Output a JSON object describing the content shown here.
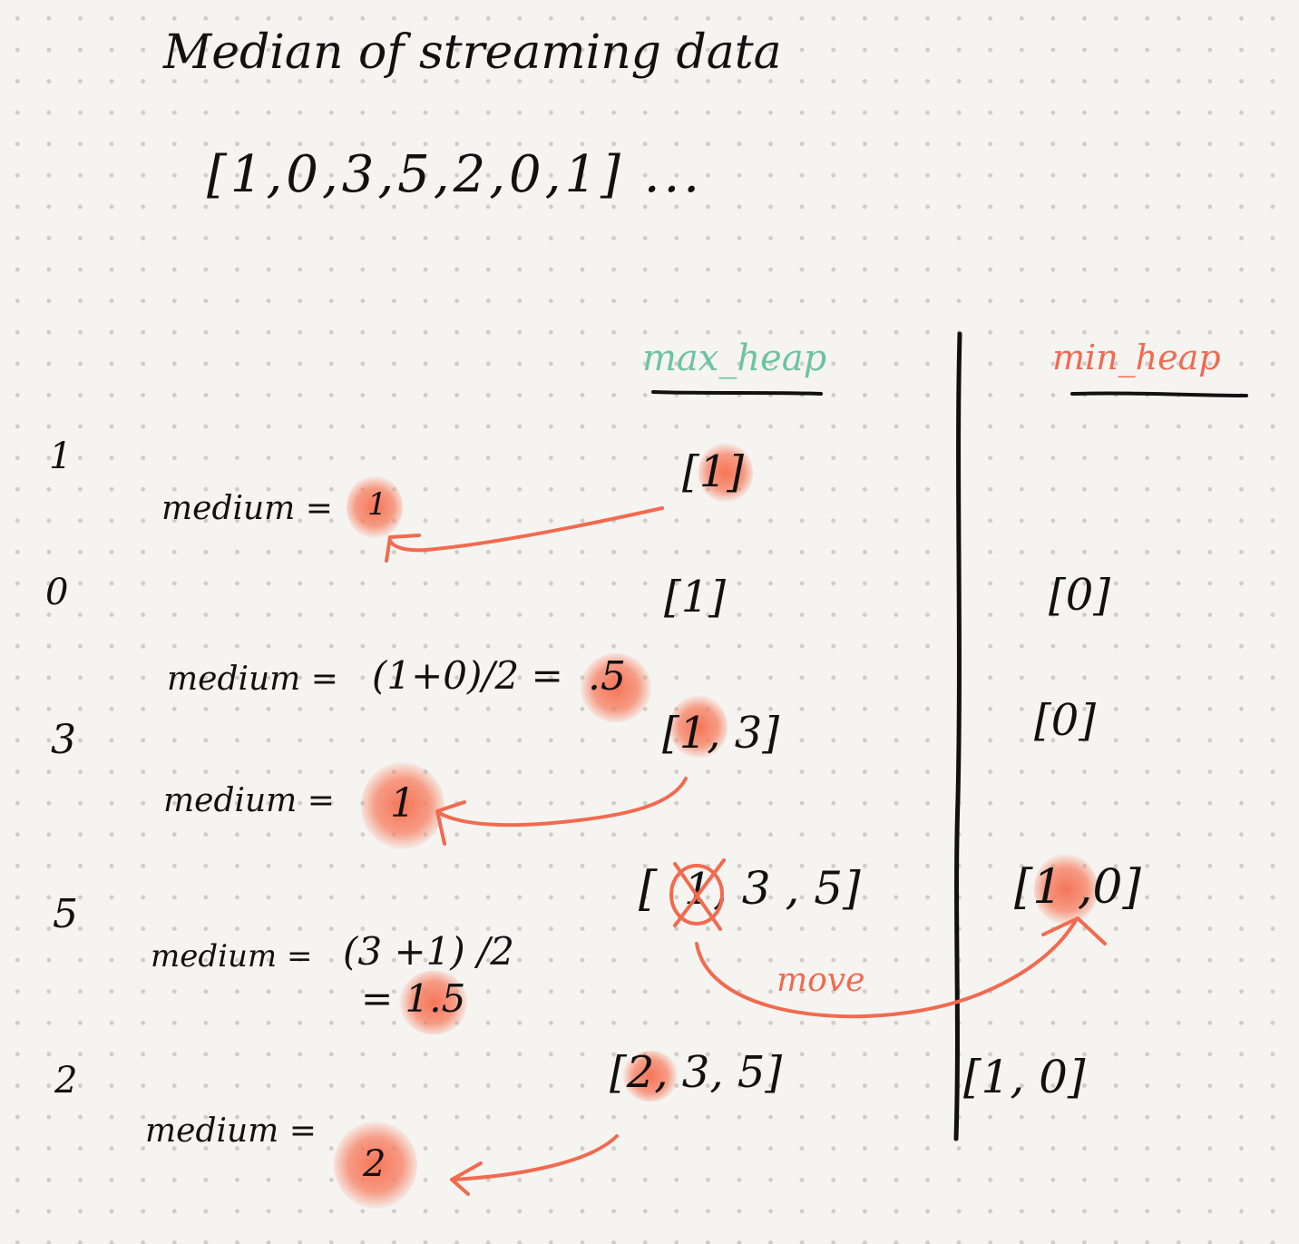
{
  "title": "Median of streaming data",
  "stream": "[1,0,3,5,2,0,1] ...",
  "headers": {
    "max_heap": "max_heap",
    "min_heap": "min_heap"
  },
  "colors": {
    "ink": "#111111",
    "max_heap": "#6cc3a4",
    "min_heap": "#f26a4f",
    "arrow": "#f26a4f",
    "highlight": "#f56e50"
  },
  "steps": [
    {
      "input": "1",
      "max_heap": "[1]",
      "min_heap": "",
      "median_label": "medium =",
      "median_value": "1",
      "median_expr": ""
    },
    {
      "input": "0",
      "max_heap": "[1]",
      "min_heap": "[0]",
      "median_label": "medium =",
      "median_expr": "(1+0)/2 =",
      "median_value": ".5"
    },
    {
      "input": "3",
      "max_heap": "[1, 3]",
      "min_heap": "[0]",
      "median_label": "medium =",
      "median_value": "1",
      "median_expr": ""
    },
    {
      "input": "5",
      "max_heap_crossed": "1",
      "max_heap_rest": ", 3 , 5]",
      "min_heap": "[1 ,0]",
      "median_label": "medium =",
      "median_expr": "(3 +1) /2",
      "median_value": "= 1.5",
      "move_label": "move"
    },
    {
      "input": "2",
      "max_heap": "[2, 3, 5]",
      "min_heap": "[1, 0]",
      "median_label": "medium =",
      "median_value": "2",
      "median_expr": ""
    }
  ]
}
